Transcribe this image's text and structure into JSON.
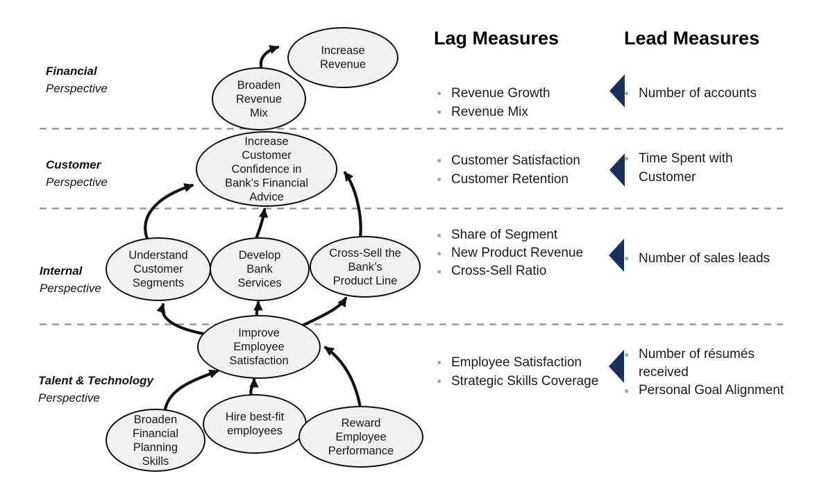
{
  "headers": {
    "lag": "Lag Measures",
    "lead": "Lead Measures"
  },
  "perspectives": [
    {
      "name": "Financial",
      "sub": "Perspective"
    },
    {
      "name": "Customer",
      "sub": "Perspective"
    },
    {
      "name": "Internal",
      "sub": "Perspective"
    },
    {
      "name": "Talent & Technology",
      "sub": "Perspective"
    }
  ],
  "nodes": {
    "increase_revenue": "Increase\nRevenue",
    "broaden_revenue_mix": "Broaden\nRevenue\nMix",
    "increase_customer_confidence": "Increase\nCustomer\nConfidence in\nBank’s Financial\nAdvice",
    "understand_customer_segments": "Understand\nCustomer\nSegments",
    "develop_bank_services": "Develop\nBank\nServices",
    "cross_sell_product_line": "Cross-Sell the\nBank’s\nProduct Line",
    "improve_employee_satisfaction": "Improve\nEmployee\nSatisfaction",
    "broaden_financial_planning_skills": "Broaden\nFinancial\nPlanning\nSkills",
    "hire_best_fit_employees": "Hire best-fit\nemployees",
    "reward_employee_performance": "Reward\nEmployee\nPerformance"
  },
  "measures": {
    "rows": [
      {
        "lag": [
          "Revenue Growth",
          "Revenue Mix"
        ],
        "lead": [
          "Number of accounts"
        ]
      },
      {
        "lag": [
          "Customer Satisfaction",
          "Customer Retention"
        ],
        "lead": [
          "Time Spent with Customer"
        ]
      },
      {
        "lag": [
          "Share of Segment",
          "New Product Revenue",
          "Cross-Sell Ratio"
        ],
        "lead": [
          "Number of sales leads"
        ]
      },
      {
        "lag": [
          "Employee Satisfaction",
          "Strategic Skills Coverage"
        ],
        "lead": [
          "Number of résumés received",
          "Personal Goal Alignment"
        ]
      }
    ]
  },
  "colors": {
    "triangle": "#17305e",
    "bullet": "#a6a6a6",
    "node_fill": "#f1f1f1",
    "node_border": "#0e0e0e",
    "divider": "#8f8f8f",
    "arrow": "#111111"
  }
}
